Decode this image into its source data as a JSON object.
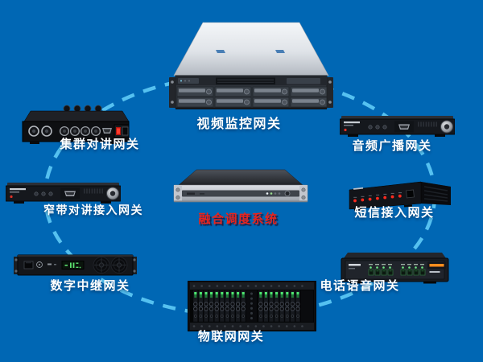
{
  "colors": {
    "background": "#0067B4",
    "ring": "#55C1F0",
    "node_label": "#FFFFFF",
    "center_label": "#E8241D"
  },
  "diagram": {
    "center_node": {
      "label": "融合调度系统"
    },
    "nodes": [
      {
        "id": "video-surveillance-gateway",
        "label": "视频监控网关"
      },
      {
        "id": "trunking-intercom-gateway",
        "label": "集群对讲网关"
      },
      {
        "id": "audio-broadcast-gateway",
        "label": "音频广播网关"
      },
      {
        "id": "narrowband-intercom-access-gateway",
        "label": "窄带对讲接入网关"
      },
      {
        "id": "sms-access-gateway",
        "label": "短信接入网关"
      },
      {
        "id": "digital-trunk-gateway",
        "label": "数字中继网关"
      },
      {
        "id": "telephone-voice-gateway",
        "label": "电话语音网关"
      },
      {
        "id": "iot-gateway",
        "label": "物联网网关"
      }
    ]
  }
}
